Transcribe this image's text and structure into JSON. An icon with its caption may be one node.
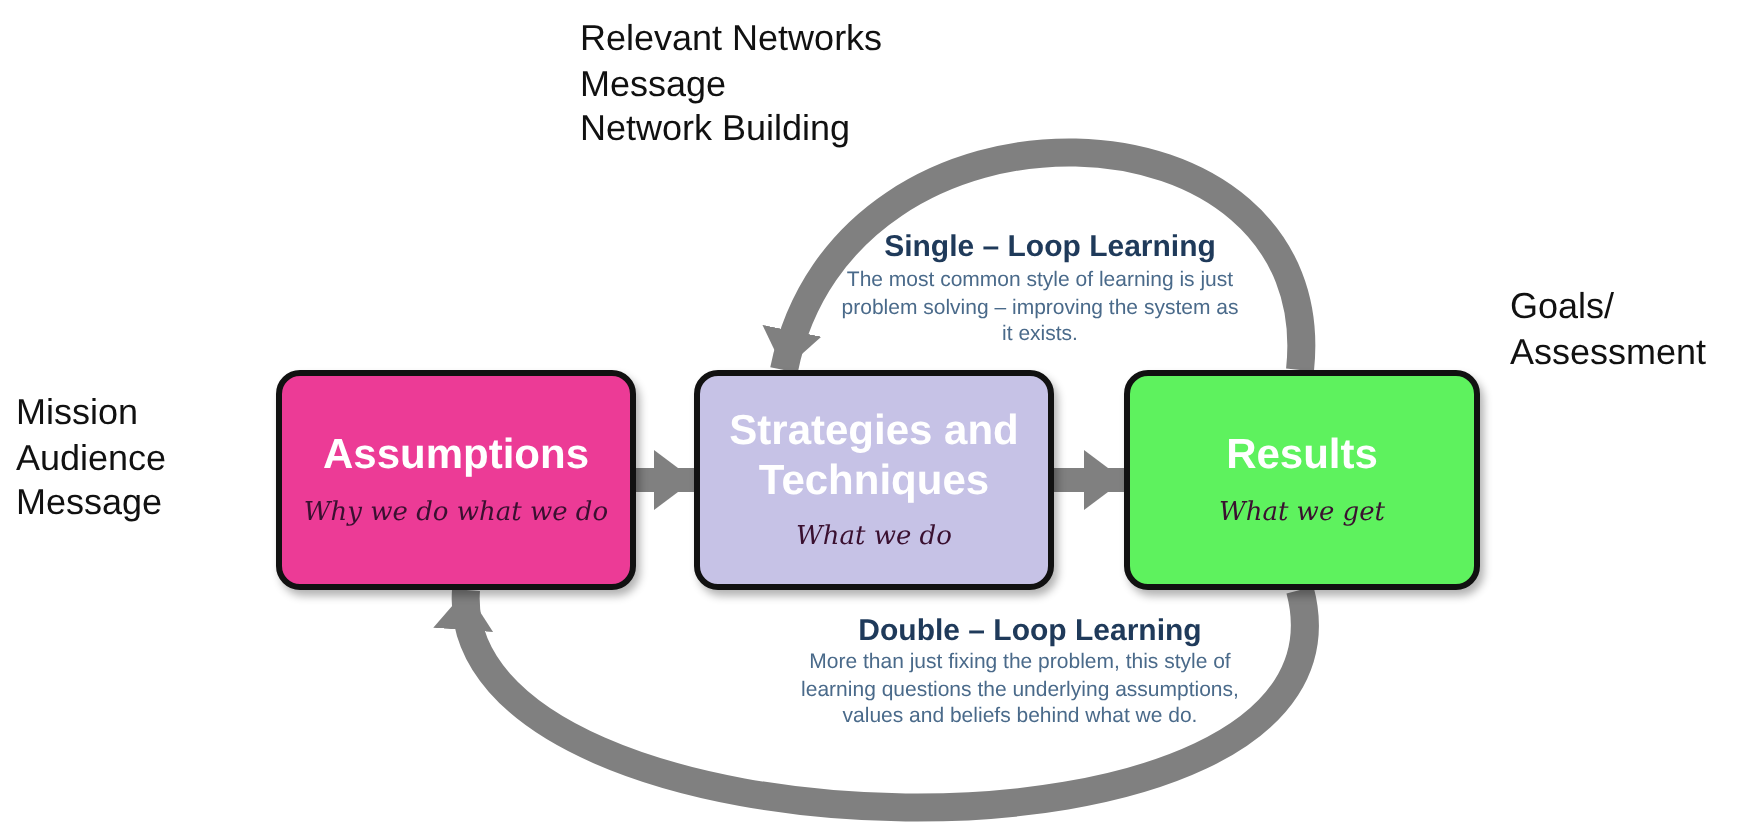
{
  "diagram": {
    "nodes": [
      {
        "text": [
          "Assumptions",
          "Why we do what we do"
        ],
        "beside": [
          "Mission",
          "Audience",
          "Message"
        ]
      },
      {
        "text": [
          "Strategies and Techniques",
          "What we do"
        ],
        "beside": [
          "Relevant Networks",
          "Message",
          "Network Building"
        ]
      },
      {
        "text": [
          "Results",
          "What we get"
        ],
        "beside": [
          "Goals/ Assessment"
        ]
      }
    ],
    "edges": [
      {
        "from": 0,
        "to": 1,
        "arrow": "to"
      },
      {
        "from": 1,
        "to": 2,
        "arrow": "to"
      },
      {
        "from": 2,
        "to": 1,
        "arrow": "to",
        "label": "Single – Loop Learning"
      },
      {
        "from": 2,
        "to": 0,
        "arrow": "to",
        "label": "Double – Loop Learning"
      }
    ],
    "labels": [
      "The most common style of learning is just problem solving – improving the system as it exists.",
      "More than just fixing the problem, this style of learning questions the underlying assumptions, values and beliefs behind what we do."
    ]
  }
}
